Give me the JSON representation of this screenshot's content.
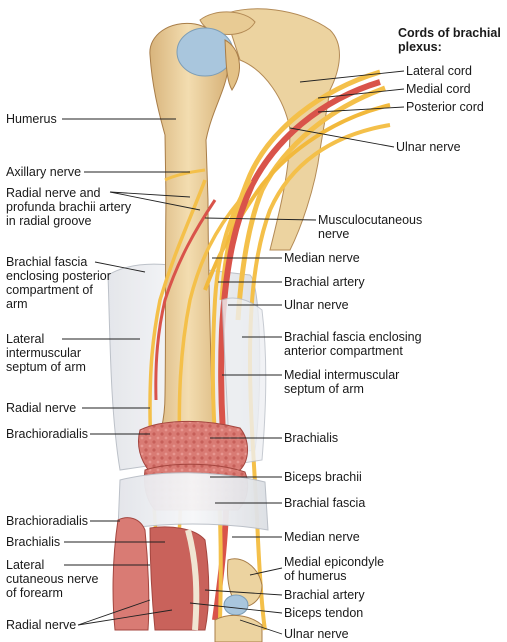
{
  "figure": {
    "header": "Cords of brachial\nplexus:",
    "labels_left": {
      "humerus": "Humerus",
      "axillary_nerve": "Axillary nerve",
      "radial_nerve_profunda": "Radial nerve and\nprofunda brachii artery\nin radial groove",
      "brachial_fascia_posterior": "Brachial fascia\nenclosing posterior\ncompartment of\narm",
      "lateral_septum": "Lateral\nintermuscular\nseptum of arm",
      "radial_nerve_mid": "Radial nerve",
      "brachioradialis_mid": "Brachioradialis",
      "brachioradialis_low": "Brachioradialis",
      "brachialis_low": "Brachialis",
      "lateral_cutaneous": "Lateral\ncutaneous nerve\nof forearm",
      "radial_nerve_low": "Radial nerve"
    },
    "labels_right": {
      "lateral_cord": "Lateral cord",
      "medial_cord": "Medial cord",
      "posterior_cord": "Posterior cord",
      "ulnar_nerve_top": "Ulnar nerve",
      "musculocutaneous": "Musculocutaneous\nnerve",
      "median_nerve_top": "Median nerve",
      "brachial_artery_top": "Brachial artery",
      "ulnar_nerve_mid": "Ulnar nerve",
      "fascia_anterior": "Brachial fascia enclosing\nanterior compartment",
      "medial_septum": "Medial intermuscular\nseptum of arm",
      "brachialis": "Brachialis",
      "biceps_brachii": "Biceps brachii",
      "brachial_fascia": "Brachial fascia",
      "median_nerve_low": "Median nerve",
      "medial_epicondyle": "Medial epicondyle\nof humerus",
      "brachial_artery_low": "Brachial artery",
      "biceps_tendon": "Biceps tendon",
      "ulnar_nerve_low": "Ulnar nerve"
    },
    "colors": {
      "bone": "#ecd3a0",
      "bone_shade": "#d6b27a",
      "cartilage": "#a9c6dd",
      "nerve": "#f4c04a",
      "artery": "#d9534a",
      "muscle": "#d97b74",
      "fascia": "#e6e8ec",
      "leader": "#222222"
    }
  }
}
